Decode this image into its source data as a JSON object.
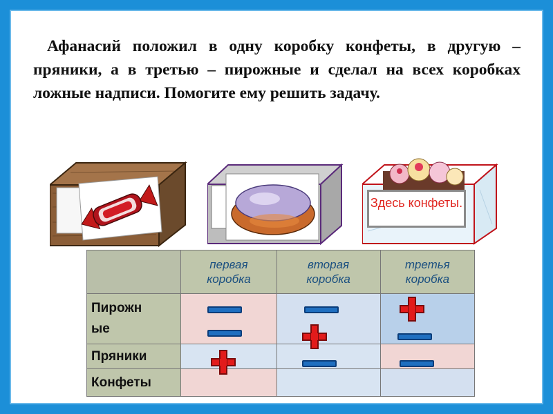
{
  "task": {
    "text": "Афанасий  положил  в одну коробку конфеты, в другую – пряники, а в третью – пирожные и сделал на всех  коробках ложные  надписи. Помогите ему решить задачу."
  },
  "boxes": {
    "box3_label": "Здесь конфеты."
  },
  "table": {
    "headers": [
      "первая коробка",
      "вторая коробка",
      "третья коробка"
    ],
    "rows": [
      {
        "label": "Пирожные",
        "label_line1": "Пирожн",
        "label_line2": "ые"
      },
      {
        "label": "Пряники"
      },
      {
        "label": "Конфеты"
      }
    ],
    "marks": [
      {
        "row": "Пирожные",
        "box": 1,
        "mark": "−"
      },
      {
        "row": "Пирожные",
        "box": 2,
        "mark": "−"
      },
      {
        "row": "Пирожные",
        "box": 2,
        "mark": "+"
      },
      {
        "row": "Пирожные",
        "box": 3,
        "mark": "+"
      },
      {
        "row": "Пирожные",
        "box": 3,
        "mark": "−"
      },
      {
        "row": "Пирожные",
        "box": 1,
        "mark": "−"
      },
      {
        "row": "Пряники",
        "box": 1,
        "mark": "+"
      },
      {
        "row": "Пряники",
        "box": 2,
        "mark": "−"
      },
      {
        "row": "Пряники",
        "box": 3,
        "mark": "−"
      }
    ]
  },
  "colors": {
    "background_blue": "#1c8fd8",
    "header_text": "#1a4f80",
    "minus_blue": "#1f6fc0",
    "plus_red": "#e21b1b",
    "label_red": "#e0241e"
  }
}
